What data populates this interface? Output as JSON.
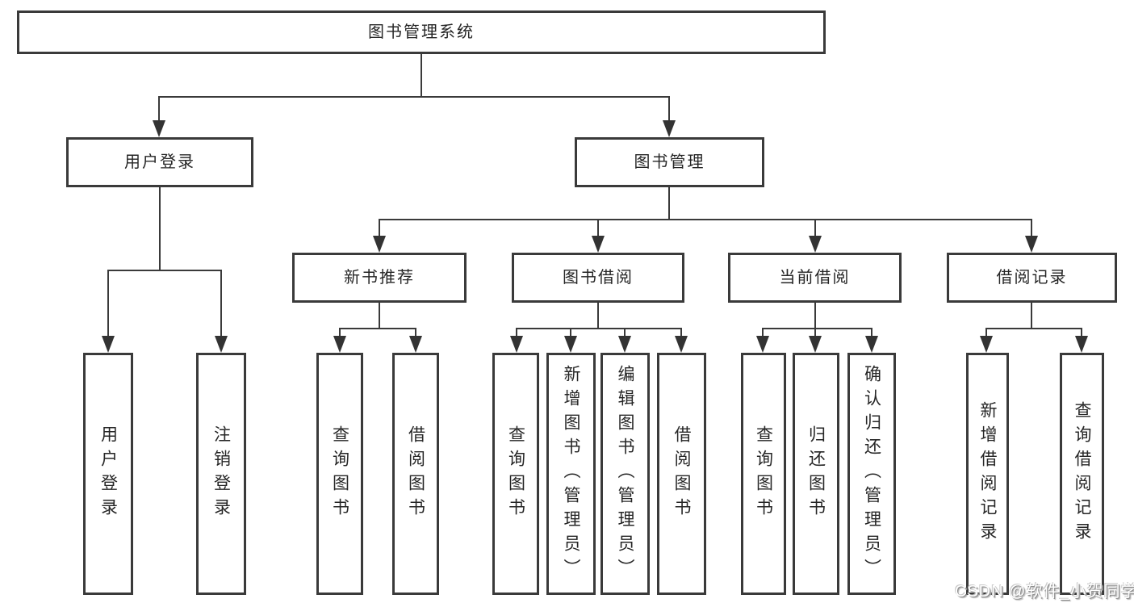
{
  "diagram_title": "图书管理系统",
  "tree": {
    "root": {
      "label": "图书管理系统"
    },
    "branches": [
      {
        "label": "用户登录",
        "children": [
          {
            "label": "用户登录"
          },
          {
            "label": "注销登录"
          }
        ]
      },
      {
        "label": "图书管理",
        "children": [
          {
            "label": "新书推荐",
            "children": [
              {
                "label": "查询图书"
              },
              {
                "label": "借阅图书"
              }
            ]
          },
          {
            "label": "图书借阅",
            "children": [
              {
                "label": "查询图书"
              },
              {
                "label": "新增图书（管理员）"
              },
              {
                "label": "编辑图书（管理员）"
              },
              {
                "label": "借阅图书"
              }
            ]
          },
          {
            "label": "当前借阅",
            "children": [
              {
                "label": "查询图书"
              },
              {
                "label": "归还图书"
              },
              {
                "label": "确认归还（管理员）"
              }
            ]
          },
          {
            "label": "借阅记录",
            "children": [
              {
                "label": "新增借阅记录"
              },
              {
                "label": "查询借阅记录"
              }
            ]
          }
        ]
      }
    ]
  },
  "watermark": {
    "text": "CSDN @软件_小贺同学"
  },
  "colors": {
    "line": "#3a3a3a",
    "box_border": "#3a3a3a",
    "text": "#262626",
    "background": "#ffffff",
    "watermark_text": "#ffffff"
  }
}
